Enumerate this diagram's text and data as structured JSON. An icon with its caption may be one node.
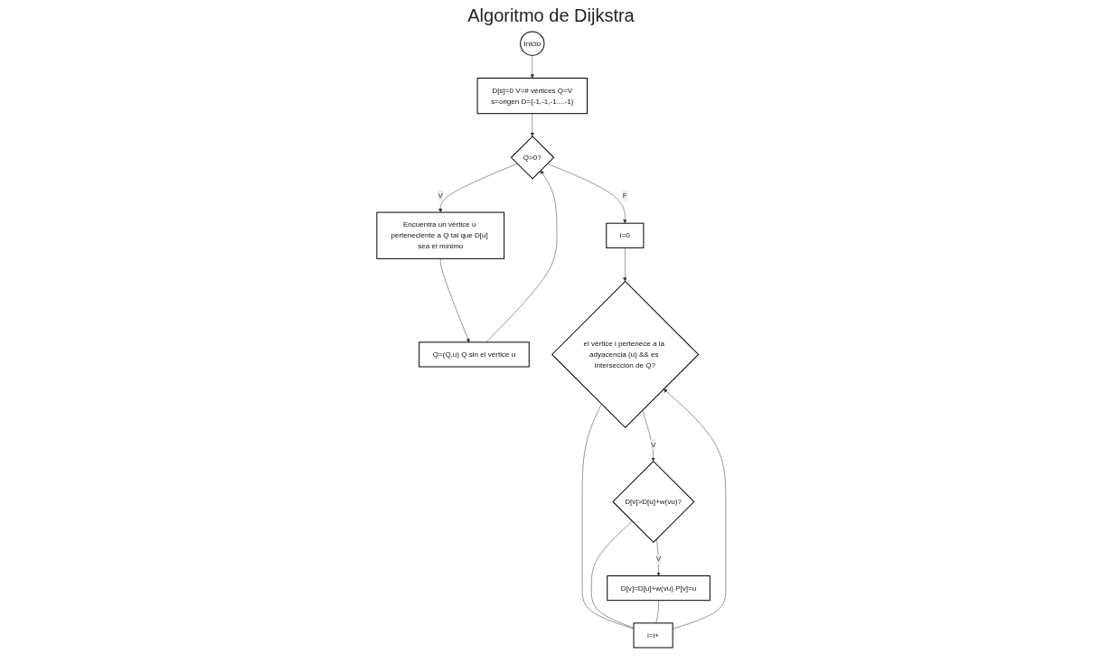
{
  "diagram": {
    "title": "Algoritmo de Dijkstra",
    "nodes": [
      {
        "text": [
          "Inicio"
        ]
      },
      {
        "text": [
          "D[s]=0 V=# vértices Q=V",
          "s=origen D={-1,-1,-1....-1}"
        ]
      },
      {
        "text": [
          "Q>0?"
        ]
      },
      {
        "text": [
          "Encuentra un vértice u perteneciente a Q tal que D[u] sea el mínimo"
        ]
      },
      {
        "text": [
          "Q=(Q,u) Q sin el vértice u"
        ]
      },
      {
        "text": [
          "i=0"
        ]
      },
      {
        "text": [
          "el vértice i pertenece a la adyacencia (u) && es intersección de Q?"
        ]
      },
      {
        "text": [
          "D[v]>D[u]+w(vu)?"
        ]
      },
      {
        "text": [
          "D[v]=D[u]+w(vu) P[v]=u"
        ]
      },
      {
        "text": [
          "i=i+"
        ]
      }
    ],
    "edges": [
      {
        "from": 0,
        "to": 1,
        "arrow": "to"
      },
      {
        "from": 1,
        "to": 2,
        "arrow": "to"
      },
      {
        "from": 2,
        "to": 3,
        "arrow": "to",
        "label": "V"
      },
      {
        "from": 3,
        "to": 4,
        "arrow": "to"
      },
      {
        "from": 4,
        "to": 2,
        "arrow": "to"
      },
      {
        "from": 2,
        "to": 5,
        "arrow": "to",
        "label": "F"
      },
      {
        "from": 5,
        "to": 6,
        "arrow": "to"
      },
      {
        "from": 6,
        "to": 7,
        "arrow": "to",
        "label": "V"
      },
      {
        "from": 7,
        "to": 8,
        "arrow": "to",
        "label": "V"
      },
      {
        "from": 6,
        "to": 9,
        "arrow": "none"
      },
      {
        "from": 7,
        "to": 9,
        "arrow": "none"
      },
      {
        "from": 8,
        "to": 9,
        "arrow": "none"
      },
      {
        "from": 9,
        "to": 6,
        "arrow": "to"
      }
    ]
  }
}
